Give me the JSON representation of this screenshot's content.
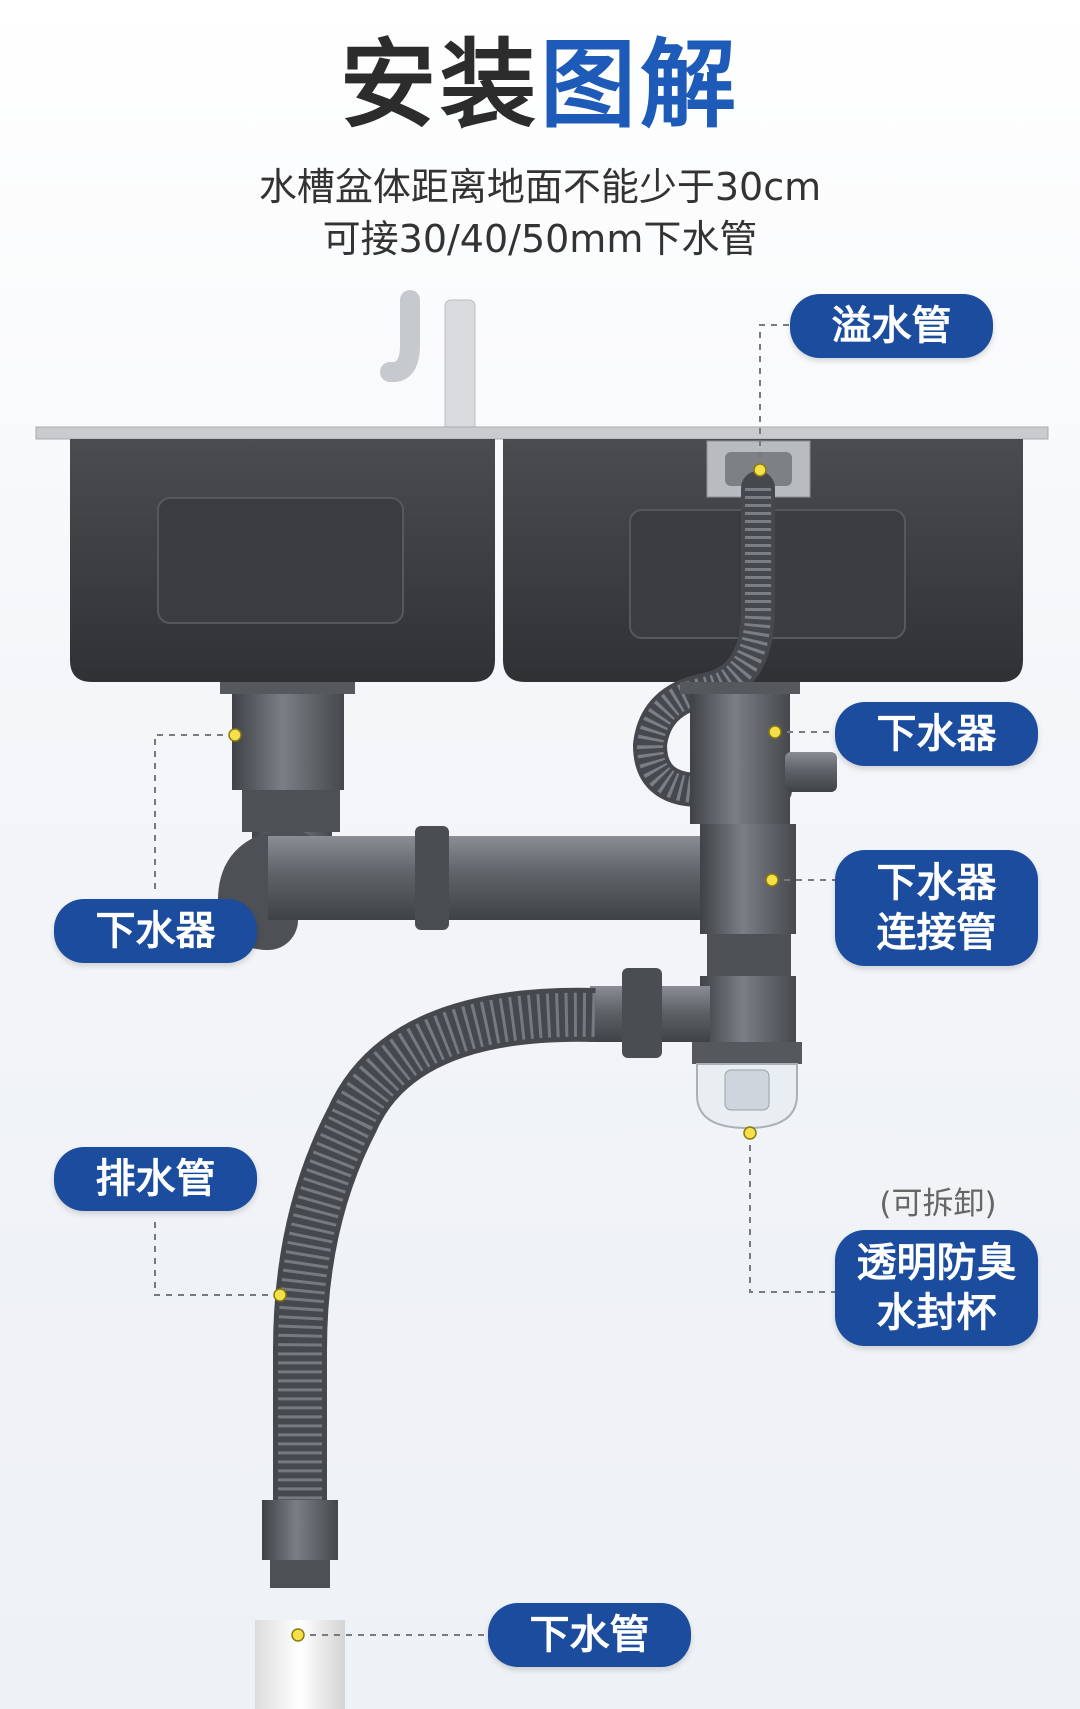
{
  "title": {
    "part1": "安装",
    "part2": "图解"
  },
  "subtitle": {
    "line1": "水槽盆体距离地面不能少于30cm",
    "line2": "可接30/40/50mm下水管"
  },
  "labels": {
    "overflow_pipe": "溢水管",
    "right_drain": "下水器",
    "left_drain": "下水器",
    "connector_line1": "下水器",
    "connector_line2": "连接管",
    "drain_hose": "排水管",
    "detachable_note": "(可拆卸)",
    "trap_line1": "透明防臭",
    "trap_line2": "水封杯",
    "sewer_pipe": "下水管"
  },
  "colors": {
    "label_bg": "#1b4c9e",
    "title_blue": "#1e5bb8",
    "title_dark": "#2c2c2c",
    "pointer_dot": "#f5e04a",
    "sink_body": "#3d3f43",
    "pipe": "#5f6368"
  }
}
